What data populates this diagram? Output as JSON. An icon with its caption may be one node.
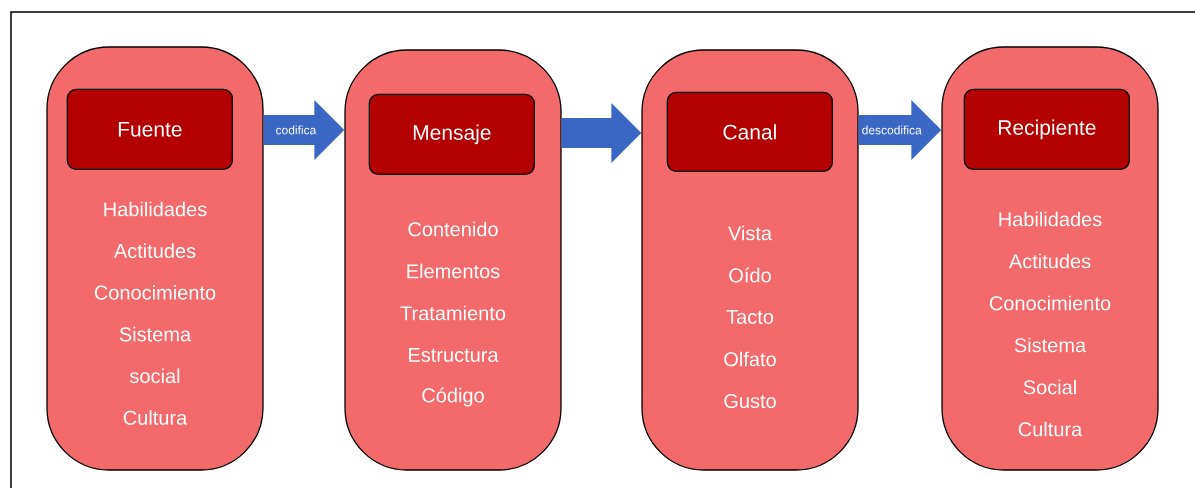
{
  "diagram": {
    "nodes": [
      {
        "text": [
          "Habilidades",
          "Actitudes",
          "Conocimiento",
          "Sistema",
          "social",
          "Cultura"
        ]
      },
      {
        "text": [
          "Fuente"
        ],
        "in": 0
      },
      {
        "text": [
          "Contenido",
          "Elementos",
          "Tratamiento",
          "Estructura",
          "Código"
        ]
      },
      {
        "text": [
          "Mensaje"
        ],
        "in": 2
      },
      {
        "text": [
          "Vista",
          "Oído",
          "Tacto",
          "Olfato",
          "Gusto"
        ]
      },
      {
        "text": [
          "Canal"
        ],
        "in": 4
      },
      {
        "text": [
          "Habilidades",
          "Actitudes",
          "Conocimiento",
          "Sistema",
          "Social",
          "Cultura"
        ]
      },
      {
        "text": [
          "Recipiente"
        ],
        "in": 6
      }
    ],
    "edges": [
      {
        "from": 0,
        "to": 2,
        "arrow": "to",
        "label": "codifica"
      },
      {
        "from": 2,
        "to": 4,
        "arrow": "to"
      },
      {
        "from": 4,
        "to": 6,
        "arrow": "to",
        "label": "descodifica"
      }
    ]
  }
}
